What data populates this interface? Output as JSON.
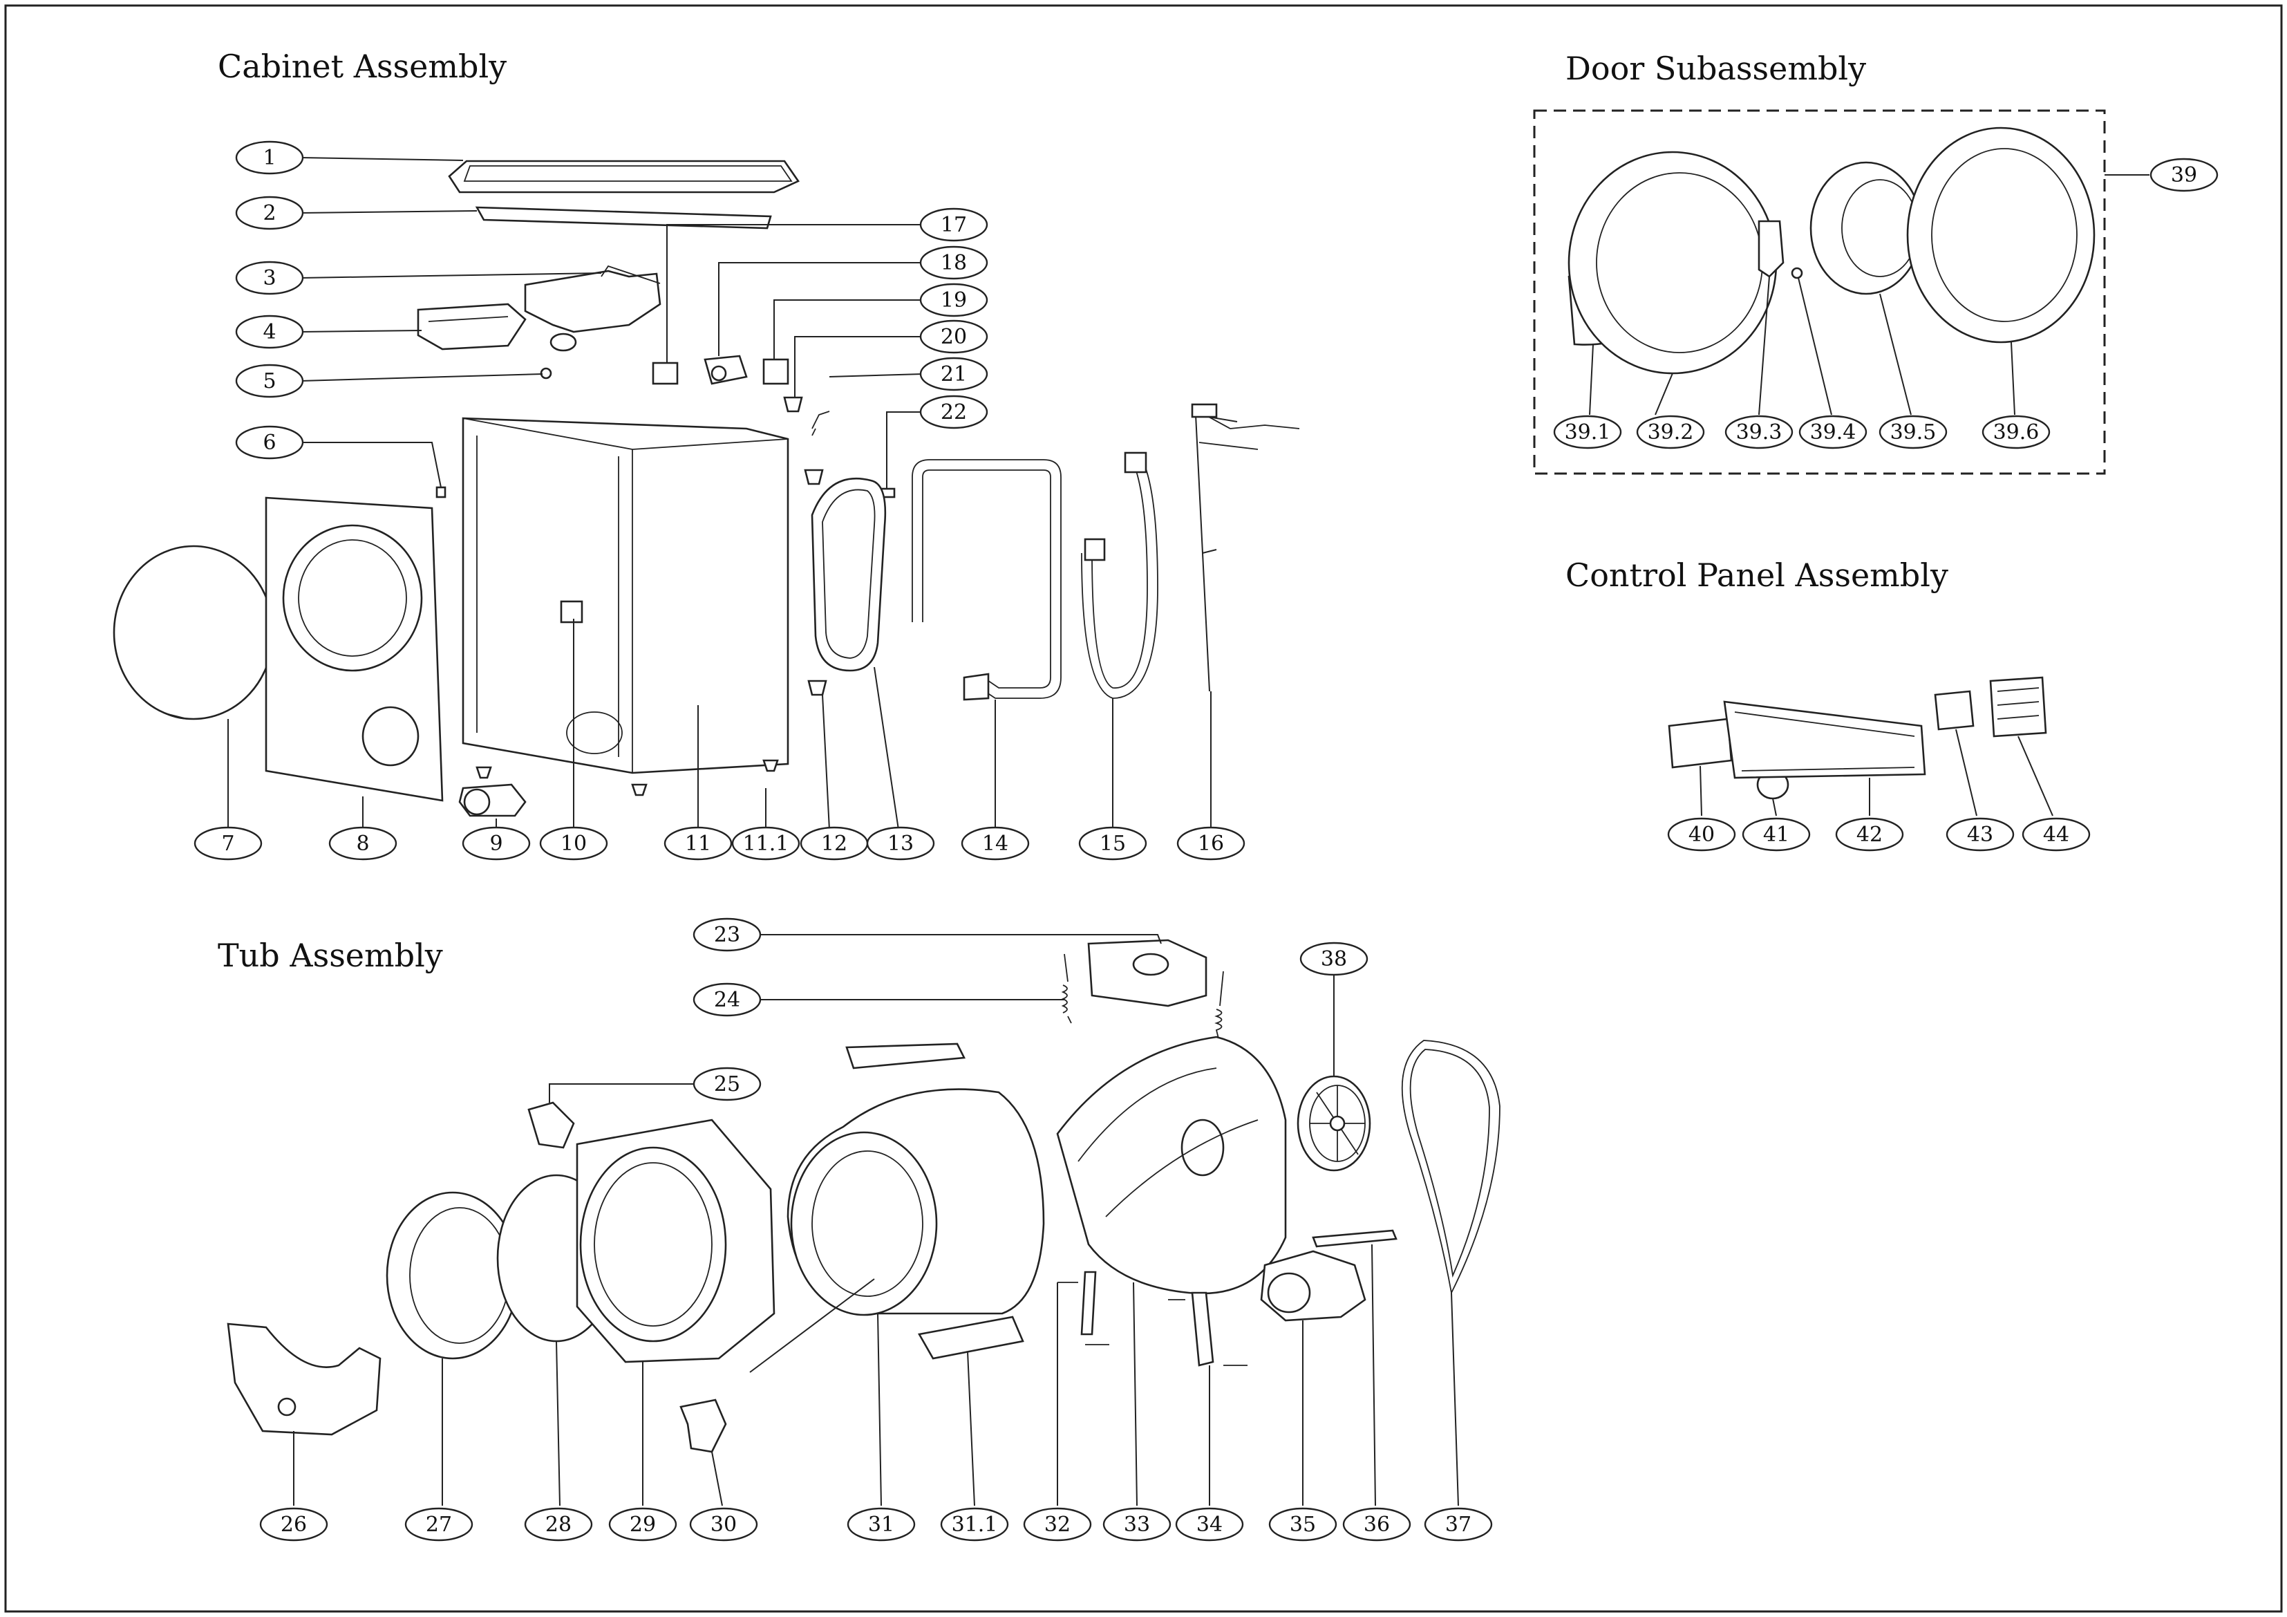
{
  "sections": {
    "cabinet": "Cabinet Assembly",
    "door": "Door Subassembly",
    "control": "Control Panel Assembly",
    "tub": "Tub Assembly"
  },
  "callouts": [
    {
      "id": "c1",
      "label": "1"
    },
    {
      "id": "c2",
      "label": "2"
    },
    {
      "id": "c3",
      "label": "3"
    },
    {
      "id": "c4",
      "label": "4"
    },
    {
      "id": "c5",
      "label": "5"
    },
    {
      "id": "c6",
      "label": "6"
    },
    {
      "id": "c7",
      "label": "7"
    },
    {
      "id": "c8",
      "label": "8"
    },
    {
      "id": "c9",
      "label": "9"
    },
    {
      "id": "c10",
      "label": "10"
    },
    {
      "id": "c11",
      "label": "11"
    },
    {
      "id": "c11_1",
      "label": "11.1"
    },
    {
      "id": "c12",
      "label": "12"
    },
    {
      "id": "c13",
      "label": "13"
    },
    {
      "id": "c14",
      "label": "14"
    },
    {
      "id": "c15",
      "label": "15"
    },
    {
      "id": "c16",
      "label": "16"
    },
    {
      "id": "c17",
      "label": "17"
    },
    {
      "id": "c18",
      "label": "18"
    },
    {
      "id": "c19",
      "label": "19"
    },
    {
      "id": "c20",
      "label": "20"
    },
    {
      "id": "c21",
      "label": "21"
    },
    {
      "id": "c22",
      "label": "22"
    },
    {
      "id": "c23",
      "label": "23"
    },
    {
      "id": "c24",
      "label": "24"
    },
    {
      "id": "c25",
      "label": "25"
    },
    {
      "id": "c26",
      "label": "26"
    },
    {
      "id": "c27",
      "label": "27"
    },
    {
      "id": "c28",
      "label": "28"
    },
    {
      "id": "c29",
      "label": "29"
    },
    {
      "id": "c30",
      "label": "30"
    },
    {
      "id": "c31",
      "label": "31"
    },
    {
      "id": "c31_1",
      "label": "31.1"
    },
    {
      "id": "c32",
      "label": "32"
    },
    {
      "id": "c33",
      "label": "33"
    },
    {
      "id": "c34",
      "label": "34"
    },
    {
      "id": "c35",
      "label": "35"
    },
    {
      "id": "c36",
      "label": "36"
    },
    {
      "id": "c37",
      "label": "37"
    },
    {
      "id": "c38",
      "label": "38"
    },
    {
      "id": "c39",
      "label": "39"
    },
    {
      "id": "c39_1",
      "label": "39.1"
    },
    {
      "id": "c39_2",
      "label": "39.2"
    },
    {
      "id": "c39_3",
      "label": "39.3"
    },
    {
      "id": "c39_4",
      "label": "39.4"
    },
    {
      "id": "c39_5",
      "label": "39.5"
    },
    {
      "id": "c39_6",
      "label": "39.6"
    },
    {
      "id": "c40",
      "label": "40"
    },
    {
      "id": "c41",
      "label": "41"
    },
    {
      "id": "c42",
      "label": "42"
    },
    {
      "id": "c43",
      "label": "43"
    },
    {
      "id": "c44",
      "label": "44"
    }
  ]
}
